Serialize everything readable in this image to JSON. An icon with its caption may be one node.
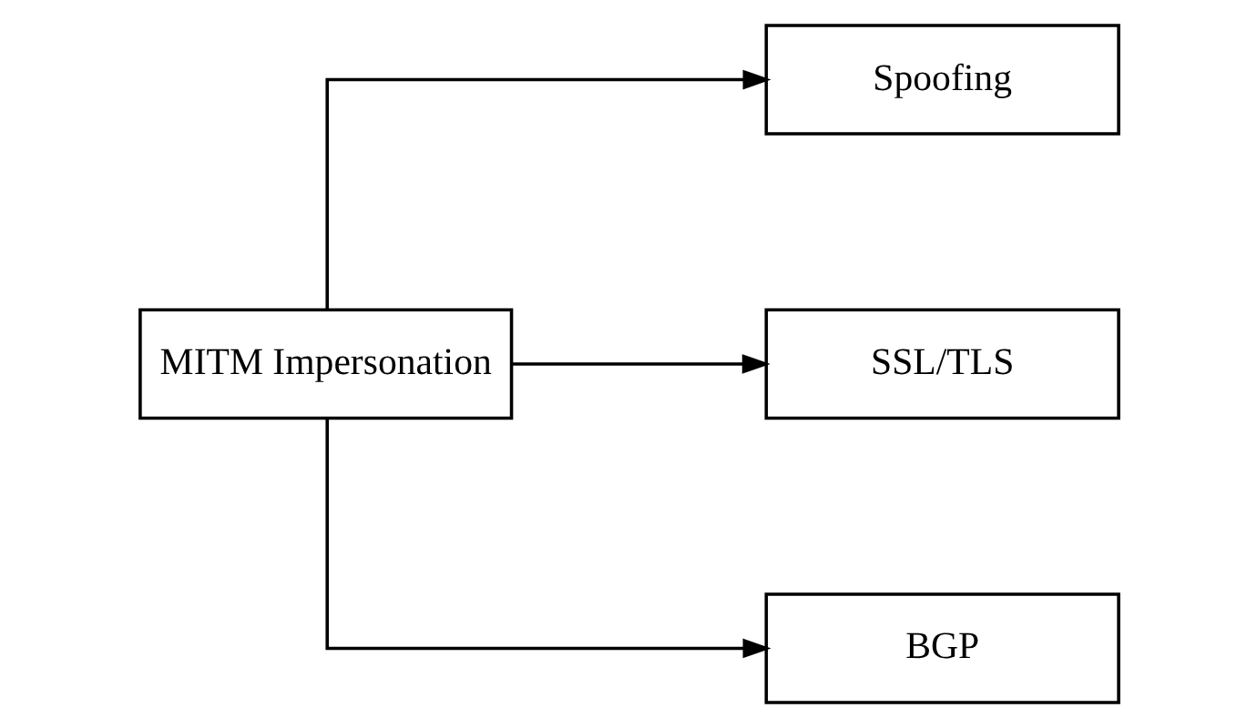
{
  "diagram": {
    "nodes": [
      {
        "text": [
          "MITM Impersonation"
        ]
      },
      {
        "text": [
          "Spoofing"
        ]
      },
      {
        "text": [
          "SSL/TLS"
        ]
      },
      {
        "text": [
          "BGP"
        ]
      }
    ],
    "edges": [
      {
        "from": 0,
        "to": 1,
        "arrow": "to"
      },
      {
        "from": 0,
        "to": 2,
        "arrow": "to"
      },
      {
        "from": 0,
        "to": 3,
        "arrow": "to"
      }
    ]
  }
}
